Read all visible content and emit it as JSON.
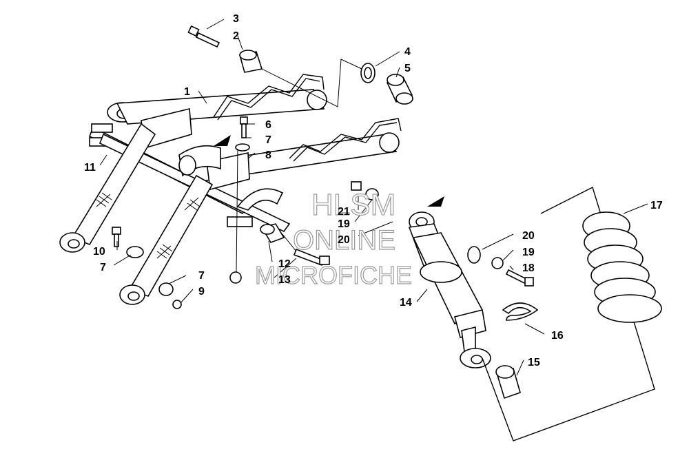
{
  "watermark": {
    "line1": "HLSM",
    "line2": "ONLINE",
    "line3": "MICROFICHE"
  },
  "callouts": {
    "c1": "1",
    "c2": "2",
    "c3": "3",
    "c4": "4",
    "c5": "5",
    "c6": "6",
    "c7a": "7",
    "c7b": "7",
    "c7c": "7",
    "c8": "8",
    "c9": "9",
    "c10": "10",
    "c11": "11",
    "c12": "12",
    "c13": "13",
    "c14": "14",
    "c15": "15",
    "c16": "16",
    "c17": "17",
    "c18": "18",
    "c19a": "19",
    "c19b": "19",
    "c20a": "20",
    "c20b": "20",
    "c21": "21"
  },
  "icons": {
    "arrow": "direction-arrow-icon"
  }
}
